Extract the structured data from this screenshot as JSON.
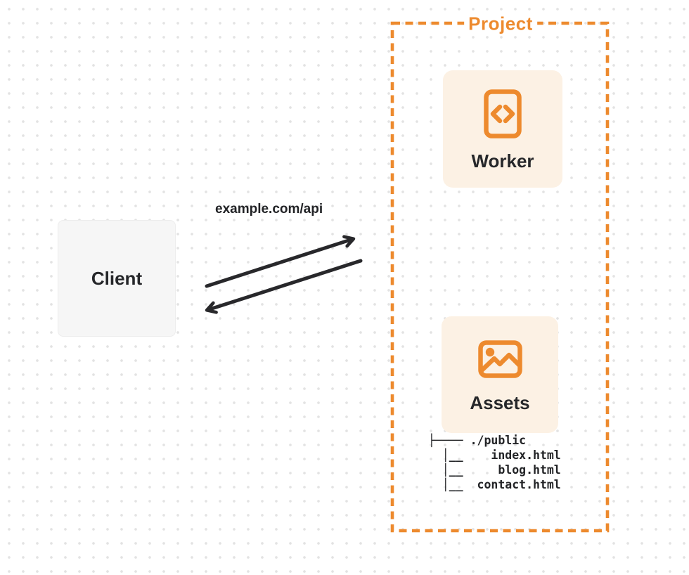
{
  "project": {
    "label": "Project",
    "worker": {
      "label": "Worker",
      "icon": "code-icon"
    },
    "assets": {
      "label": "Assets",
      "icon": "image-icon"
    },
    "file_tree": [
      "├──── ./public",
      "  │__    index.html",
      "  │__     blog.html",
      "  │__  contact.html"
    ]
  },
  "client": {
    "label": "Client"
  },
  "request": {
    "label": "example.com/api"
  },
  "colors": {
    "accent_orange": "#ED8A2E",
    "card_cream": "#FCF1E4",
    "client_gray": "#F6F6F6",
    "arrow_ink": "#28282B",
    "text_ink": "#222326",
    "grid_dot": "#E3E3E3"
  }
}
